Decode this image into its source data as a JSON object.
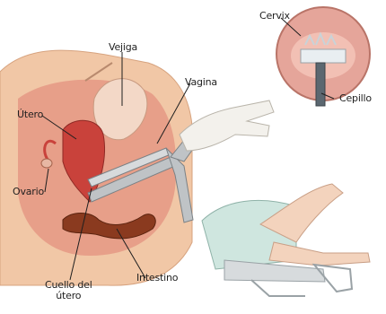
{
  "labels": {
    "cervix": "Cervix",
    "cepillo": "Cepillo",
    "vejiga": "Vejiga",
    "vagina": "Vagina",
    "utero": "Útero",
    "ovario": "Ovario",
    "intestino": "Intestino",
    "cuello_del_utero": "Cuello del\nútero"
  },
  "colors": {
    "skin": "#f1c7a6",
    "tissue": "#e59a86",
    "uterus": "#c9423b",
    "bladder": "#f3d8c7",
    "bowel": "#8a3a1f",
    "gown": "#cfe6df",
    "speculum": "#bfc3c6",
    "glove": "#f3f1ec"
  },
  "icons": [
    "speculum-icon",
    "hand-icon",
    "brush-icon"
  ]
}
